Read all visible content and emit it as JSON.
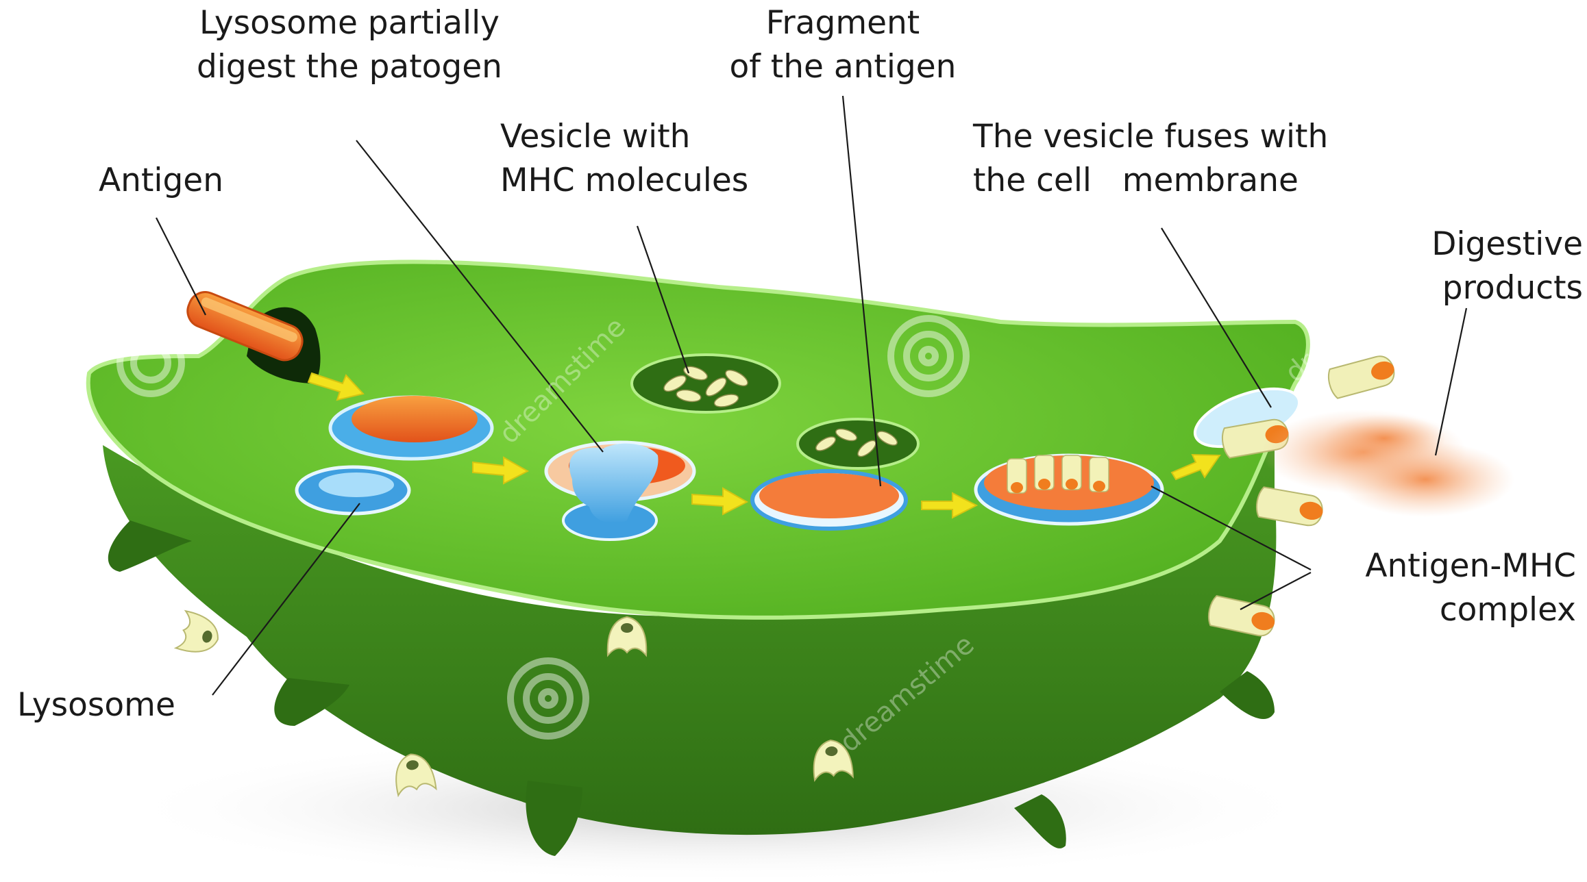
{
  "diagram": {
    "labels": {
      "lysosome_digest": [
        "Lysosome partially",
        "digest the patogen"
      ],
      "fragment": [
        "Fragment",
        "of the antigen"
      ],
      "antigen": [
        "Antigen"
      ],
      "vesicle_mhc": [
        "Vesicle with",
        "MHC molecules"
      ],
      "vesicle_fuses": [
        "The vesicle fuses with",
        "the cell   membrane"
      ],
      "digestive": [
        "Digestive",
        "products"
      ],
      "antigen_mhc": [
        "Antigen-MHC",
        "complex"
      ],
      "lysosome": [
        "Lysosome"
      ]
    },
    "watermark": "dreamstime",
    "colors": {
      "cell_top": "#62c427",
      "cell_side": "#3d8a1c",
      "cell_rim": "#b6ee8a",
      "lysosome_blue": "#7cc3ee",
      "pathogen_orange": "#f26a1b",
      "arrow_yellow": "#f2e21d",
      "mhc_cream": "#f3f2b8",
      "digestive_cloud": "#f4a06a"
    }
  }
}
